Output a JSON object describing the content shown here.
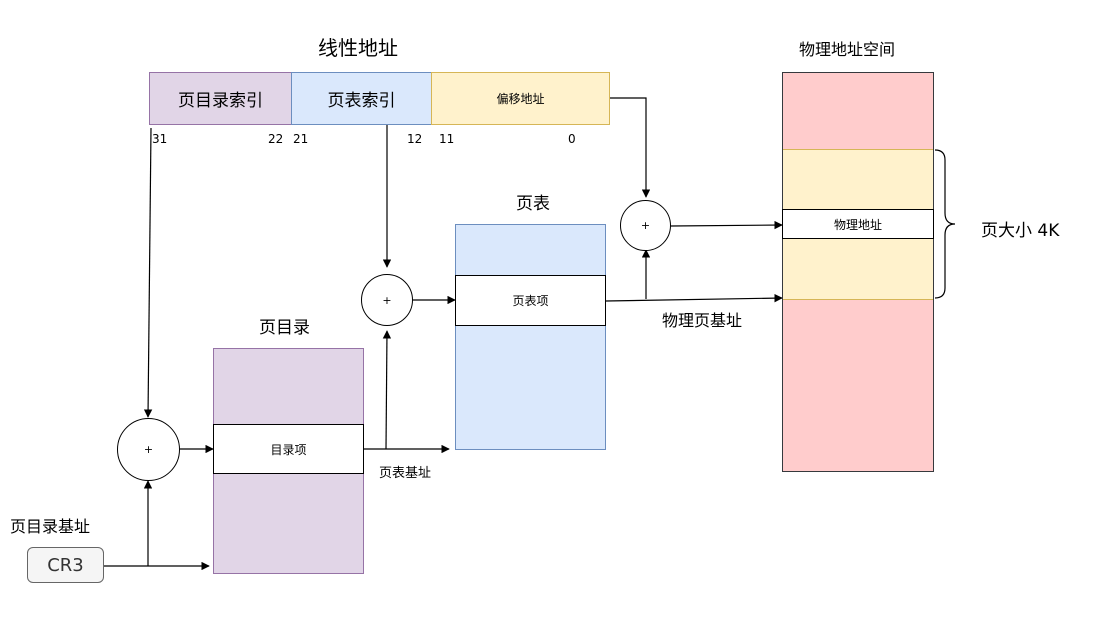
{
  "linear_address": {
    "title": "线性地址",
    "fields": {
      "dir_index": "页目录索引",
      "table_index": "页表索引",
      "offset": "偏移地址"
    },
    "bits": {
      "b31": "31",
      "b22": "22",
      "b21": "21",
      "b12": "12",
      "b11": "11",
      "b0": "0"
    }
  },
  "page_directory": {
    "title": "页目录",
    "entry": "目录项",
    "base_label": "页目录基址",
    "register": "CR3"
  },
  "page_table": {
    "title": "页表",
    "entry": "页表项",
    "base_label": "页表基址"
  },
  "physical": {
    "title": "物理地址空间",
    "address": "物理地址",
    "page_base_label": "物理页基址",
    "page_size_label": "页大小 4K"
  },
  "adder_symbol": "+",
  "colors": {
    "directory_fill": "#e1d5e7",
    "table_fill": "#dae8fc",
    "offset_fill": "#fff2cc",
    "physical_fill": "#ffcccc"
  }
}
